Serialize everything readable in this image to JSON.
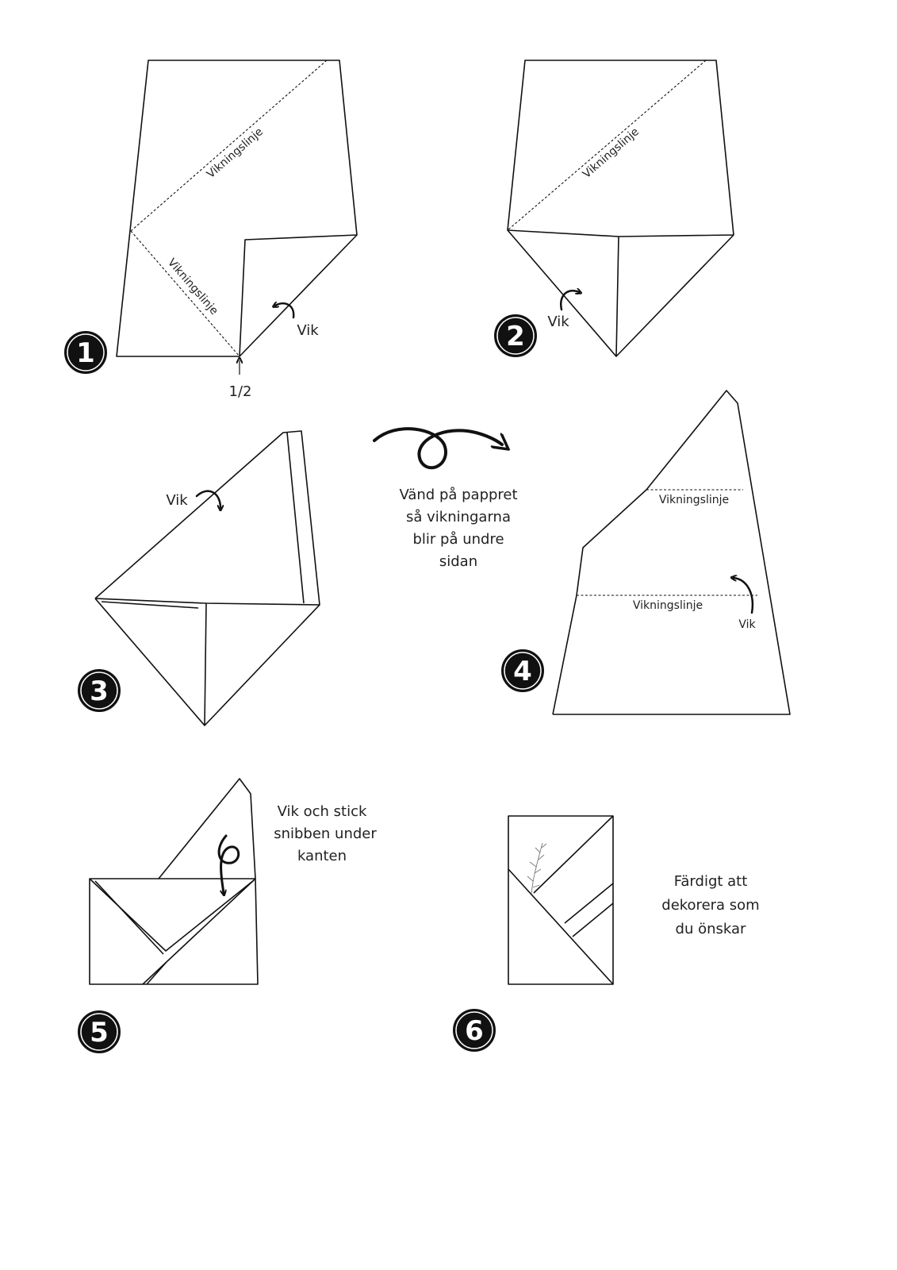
{
  "steps": [
    {
      "number": "1",
      "fold_line_labels": [
        "Vikningslinje",
        "Vikningslinje"
      ],
      "fold_label": "Vik",
      "half_marker": "1/2"
    },
    {
      "number": "2",
      "fold_line_label": "Vikningslinje",
      "fold_label": "Vik"
    },
    {
      "number": "3",
      "fold_label": "Vik"
    },
    {
      "number": "4",
      "fold_line_labels": [
        "Vikningslinje",
        "Vikningslinje"
      ],
      "fold_label": "Vik"
    },
    {
      "number": "5",
      "instruction": [
        "Vik och stick",
        "snibben under",
        "kanten"
      ]
    },
    {
      "number": "6",
      "instruction": [
        "Färdigt att",
        "dekorera som",
        "du önskar"
      ]
    }
  ],
  "flip_instruction": [
    "Vänd på pappret",
    "så vikningarna",
    "blir på undre",
    "sidan"
  ]
}
